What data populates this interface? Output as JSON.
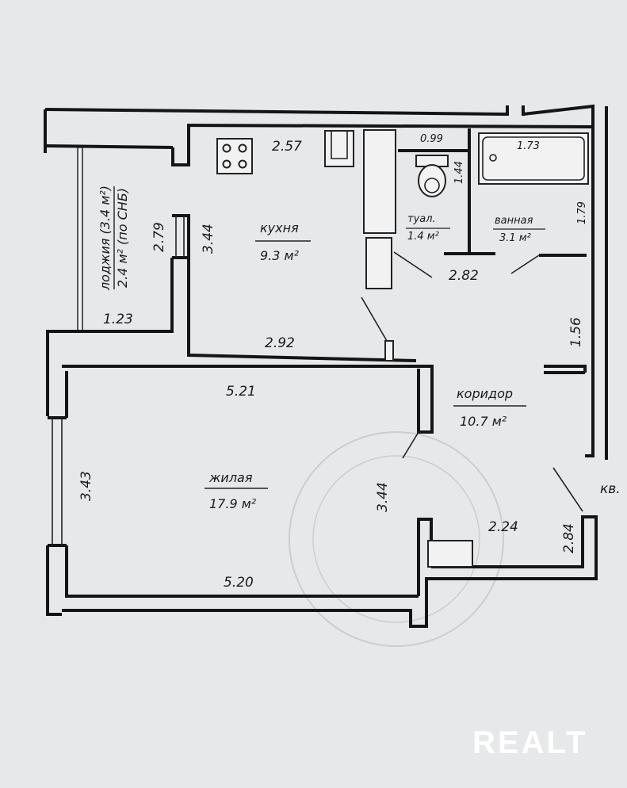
{
  "rooms": {
    "loggia": {
      "name": "лоджия (3.4 м²)",
      "area": "2.4 м² (по СНБ)"
    },
    "kitchen": {
      "name": "кухня",
      "area": "9.3 м²"
    },
    "toilet": {
      "name": "туал.",
      "area": "1.4 м²"
    },
    "bathroom": {
      "name": "ванная",
      "area": "3.1 м²"
    },
    "corridor": {
      "name": "коридор",
      "area": "10.7 м²"
    },
    "living": {
      "name": "жилая",
      "area": "17.9 м²"
    }
  },
  "dimensions": {
    "kitchen_top": "2.57",
    "toilet_width": "0.99",
    "bath_width": "1.73",
    "toilet_depth": "1.44",
    "bath_depth": "1.79",
    "kitchen_side": "3.44",
    "loggia_side": "2.79",
    "loggia_bottom": "1.23",
    "kitchen_bottom": "2.92",
    "corridor_top": "2.82",
    "corridor_side": "1.56",
    "living_top": "5.21",
    "living_left": "3.43",
    "living_right": "3.44",
    "living_bottom": "5.20",
    "entry_width": "2.24",
    "entry_side": "2.84"
  },
  "entrance_label": "кв.",
  "watermark": "REALT"
}
